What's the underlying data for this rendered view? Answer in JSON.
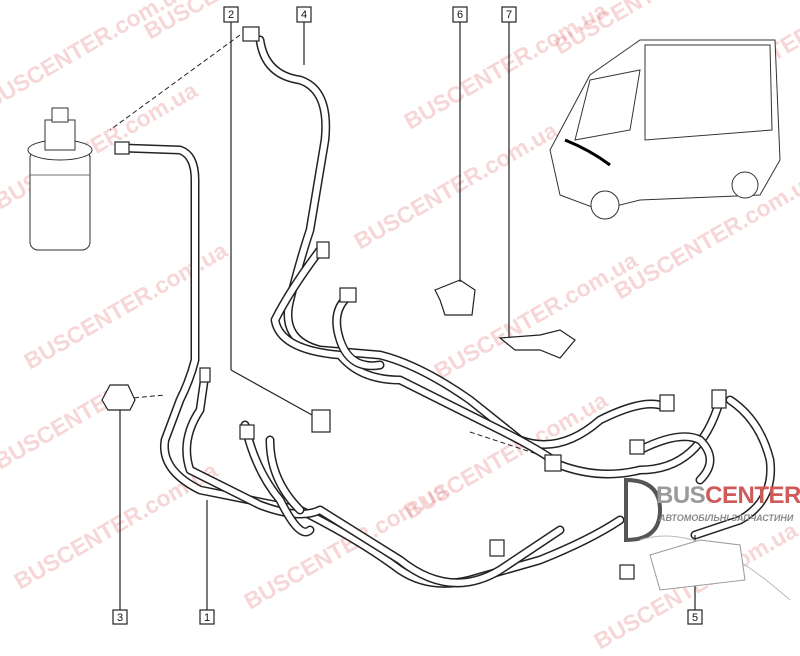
{
  "diagram": {
    "callouts": [
      {
        "id": "callout-1",
        "label": "1"
      },
      {
        "id": "callout-2",
        "label": "2"
      },
      {
        "id": "callout-3",
        "label": "3"
      },
      {
        "id": "callout-4",
        "label": "4"
      },
      {
        "id": "callout-5",
        "label": "5"
      },
      {
        "id": "callout-6",
        "label": "6"
      },
      {
        "id": "callout-7",
        "label": "7"
      }
    ]
  },
  "watermark": "BUSCENTER.com.ua",
  "logo": {
    "brand_part1": "BUS",
    "brand_part2": "CENTER",
    "tagline": "АВТОМОБІЛЬНІ ЗАПЧАСТИНИ"
  },
  "colors": {
    "watermark": "#e07070",
    "logo_red": "#cf5a5a",
    "logo_gray": "#9a9a9a"
  }
}
